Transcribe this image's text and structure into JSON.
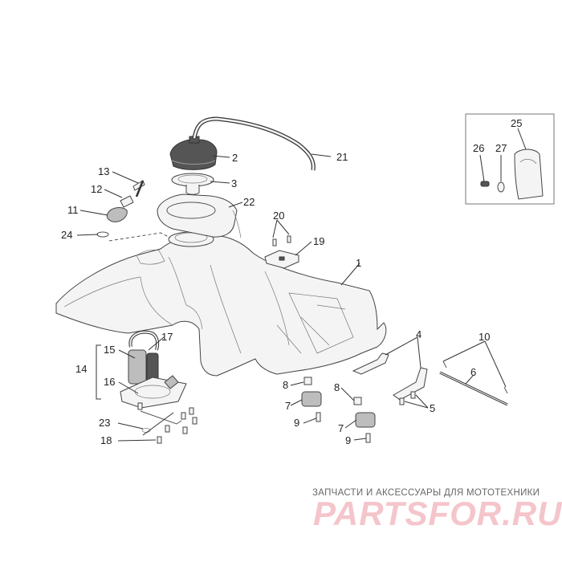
{
  "callouts": {
    "c1": "1",
    "c2": "2",
    "c3": "3",
    "c4": "4",
    "c5": "5",
    "c6": "6",
    "c7a": "7",
    "c7b": "7",
    "c8a": "8",
    "c8b": "8",
    "c9a": "9",
    "c9b": "9",
    "c10": "10",
    "c11": "11",
    "c12": "12",
    "c13": "13",
    "c14": "14",
    "c15": "15",
    "c16": "16",
    "c17": "17",
    "c18": "18",
    "c19": "19",
    "c20": "20",
    "c21": "21",
    "c22": "22",
    "c23": "23",
    "c24": "24",
    "c25": "25",
    "c26": "26",
    "c27": "27"
  },
  "watermark": {
    "subtitle": "ЗАПЧАСТИ И АКСЕССУАРЫ ДЛЯ МОТОТЕХНИКИ",
    "logo": "PARTSFOR.RU"
  }
}
